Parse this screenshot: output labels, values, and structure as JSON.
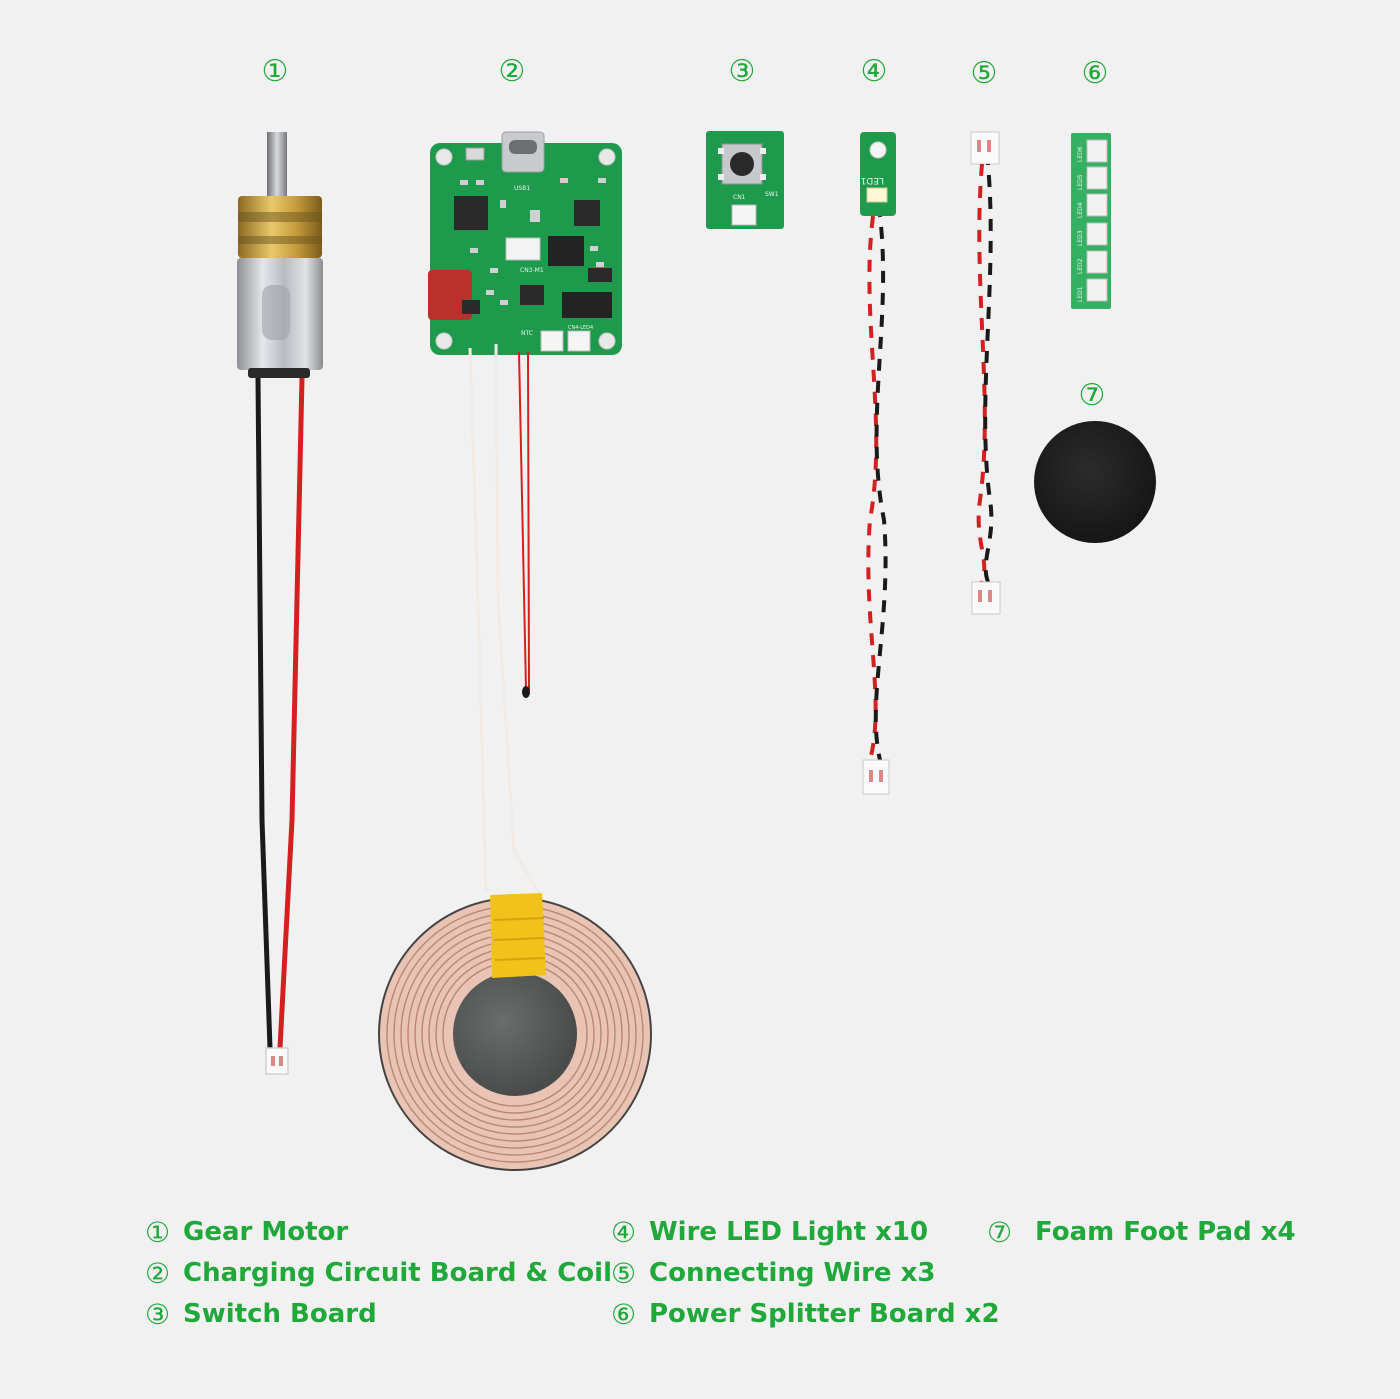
{
  "colors": {
    "background": "#f1f1f1",
    "accent": "#20a83a",
    "pcb": "#1e9a4c",
    "pcb_light": "#35b062",
    "wire_red": "#d42020",
    "wire_black": "#1a1a1a",
    "coil": "#e9c3b3",
    "tape": "#f0c21a",
    "ferrite": "#5b5d5c",
    "foam": "#232323"
  },
  "items": [
    {
      "number": "①",
      "name": "Gear Motor"
    },
    {
      "number": "②",
      "name": "Charging Circuit Board & Coil"
    },
    {
      "number": "③",
      "name": "Switch Board"
    },
    {
      "number": "④",
      "name": "Wire LED Light x10"
    },
    {
      "number": "⑤",
      "name": "Connecting Wire x3"
    },
    {
      "number": "⑥",
      "name": "Power Splitter Board x2"
    },
    {
      "number": "⑦",
      "name": "Foam Foot Pad x4"
    }
  ],
  "board_silkscreen": {
    "usb": "USB1",
    "cn3": "CN3-M1",
    "ntc": "NTC",
    "led": "CN4-LED4",
    "switch_cn": "CN1",
    "switch_sw": "SW1",
    "wire_led": "LED1",
    "splitter": [
      "LED1",
      "LED2",
      "LED3",
      "LED4",
      "LED5",
      "LED6"
    ]
  }
}
